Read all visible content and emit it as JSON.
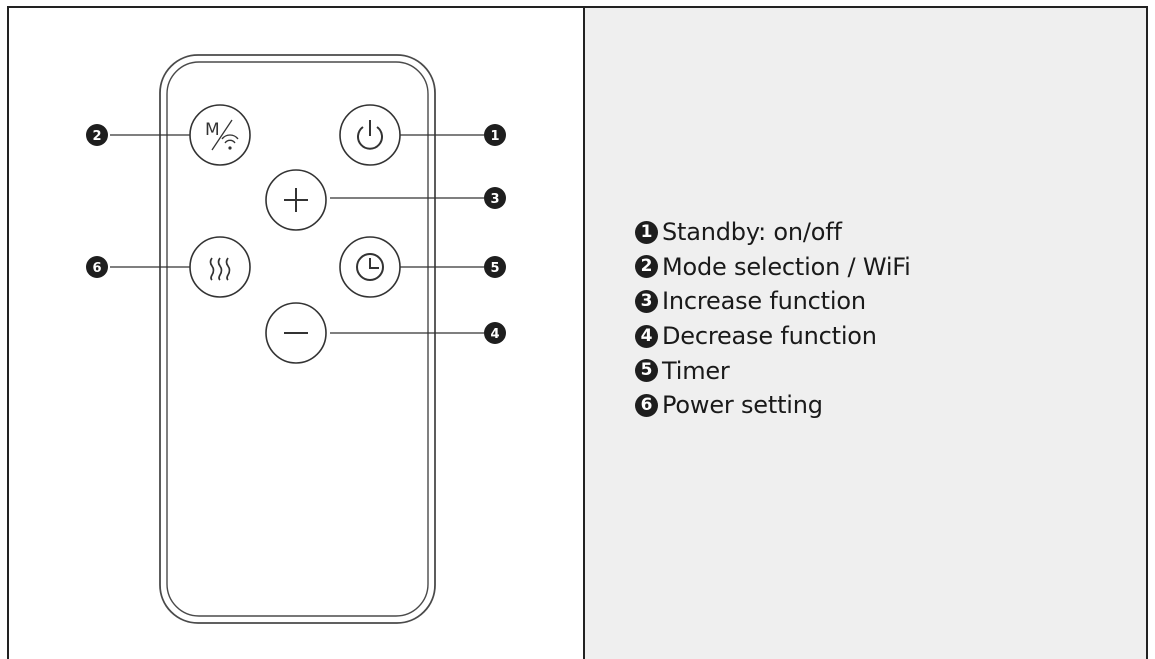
{
  "callouts": [
    {
      "num": "1",
      "target": "power-button"
    },
    {
      "num": "2",
      "target": "mode-wifi-button"
    },
    {
      "num": "3",
      "target": "plus-button"
    },
    {
      "num": "4",
      "target": "minus-button"
    },
    {
      "num": "5",
      "target": "timer-button"
    },
    {
      "num": "6",
      "target": "heat-button"
    }
  ],
  "remote": {
    "mode_button_letter": "M"
  },
  "legend": [
    {
      "num": "1",
      "label": "Standby: on/off"
    },
    {
      "num": "2",
      "label": "Mode selection / WiFi"
    },
    {
      "num": "3",
      "label": "Increase function"
    },
    {
      "num": "4",
      "label": "Decrease function"
    },
    {
      "num": "5",
      "label": "Timer"
    },
    {
      "num": "6",
      "label": "Power setting"
    }
  ],
  "colors": {
    "panel_background": "#efefef",
    "callout_fill": "#1e1e1e",
    "line": "#333333"
  }
}
